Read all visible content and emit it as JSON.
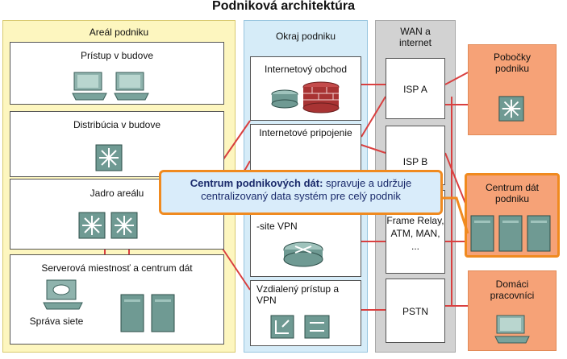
{
  "title": "Podniková architektúra",
  "regions": {
    "campus": {
      "label": "Areál podniku",
      "access": "Prístup v budove",
      "distribution": "Distribúcia v budove",
      "core": "Jadro areálu",
      "server_room": "Serverová miestnosť a centrum dát",
      "management": "Správa siete"
    },
    "edge": {
      "label": "Okraj podniku",
      "ecommerce": "Internetový obchod",
      "internet": "Internetové pripojenie",
      "site_vpn": "-site VPN",
      "remote_access": "Vzdialený prístup a VPN"
    },
    "wan": {
      "label": "WAN a internet",
      "isp_a": "ISP A",
      "isp_b": "ISP B",
      "frame": "Frame Relay, ATM, MAN, ...",
      "pstn": "PSTN"
    },
    "remote": {
      "branch": "Pobočky podniku",
      "datacenter": "Centrum dát podniku",
      "home": "Domáci pracovníci"
    }
  },
  "callout": {
    "bold": "Centrum podnikových dát:",
    "rest": " spravuje a udržuje centralizovaný data systém pre celý podnik"
  },
  "colors": {
    "link": "#d94040",
    "highlight": "#f08a1f",
    "campus_bg": "#fdf6bf",
    "edge_bg": "#d6ecf8",
    "wan_bg": "#d2d2d2",
    "remote_bg": "#f6a277"
  }
}
